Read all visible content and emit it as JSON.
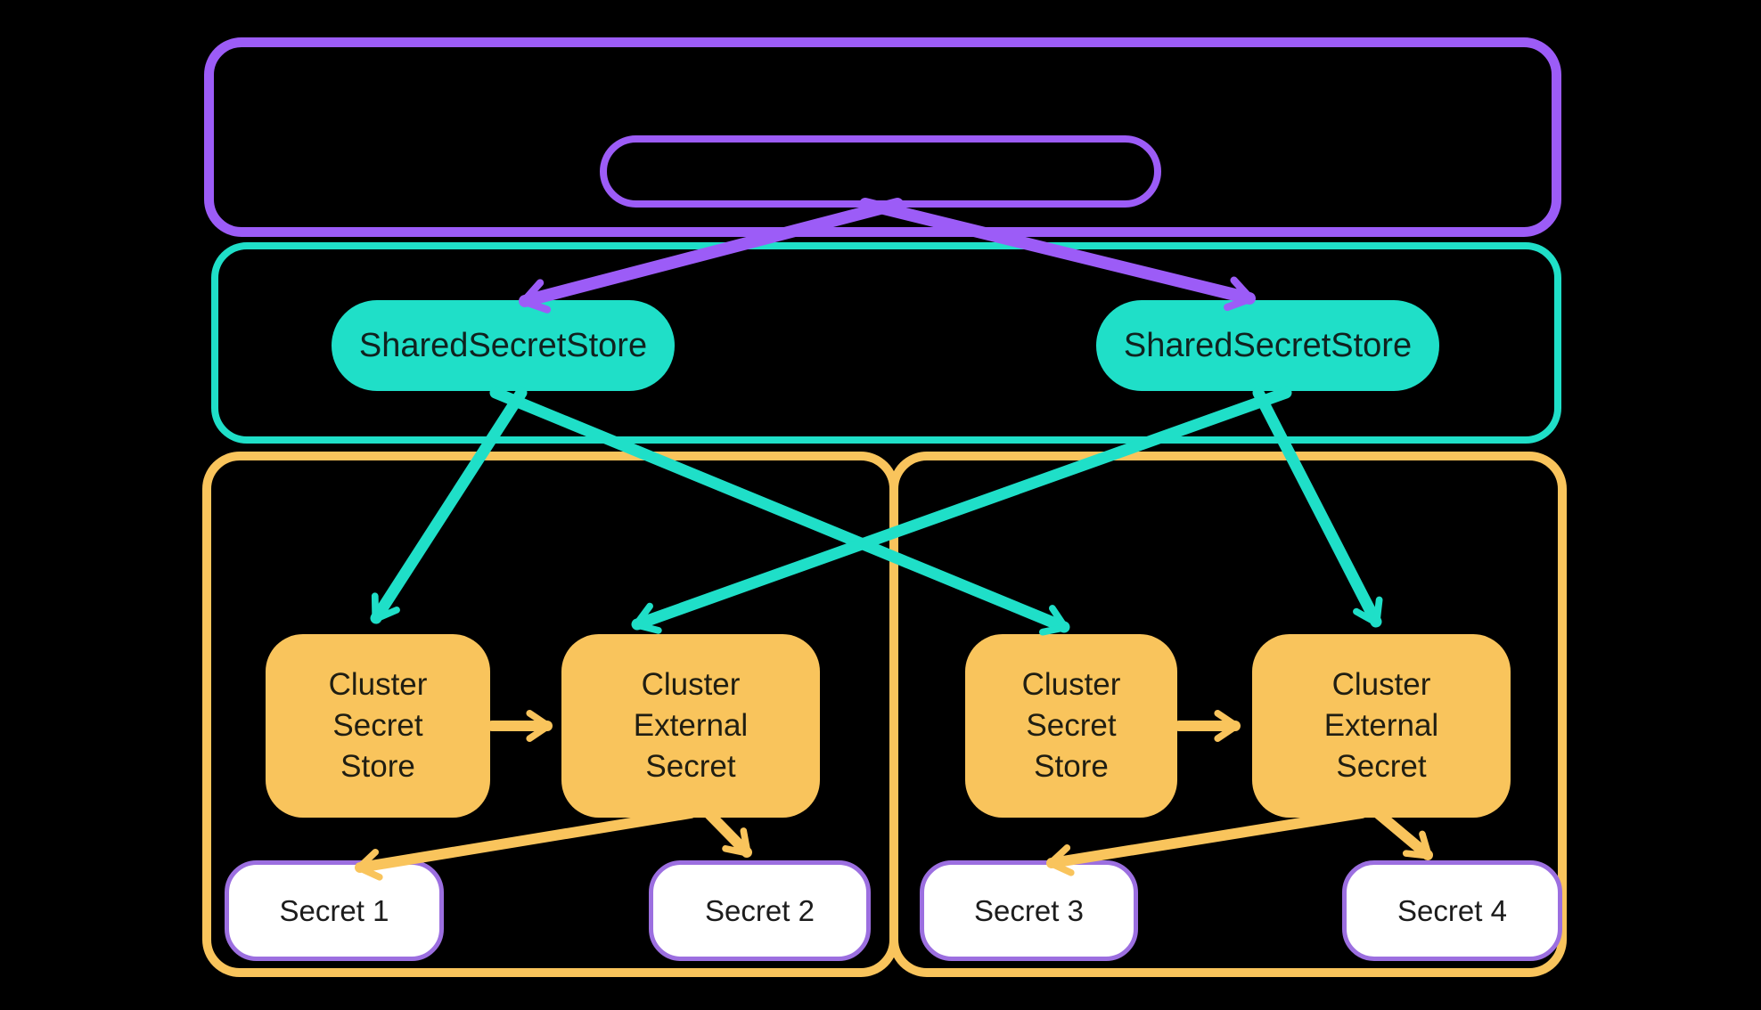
{
  "diagram": {
    "colors": {
      "background": "#000000",
      "purple": "#9C5CF7",
      "teal": "#1FDFC8",
      "yellow": "#F9C45C",
      "secret_border": "#9C6FE0",
      "secret_fill": "#FFFFFF",
      "text": "#1C1C1C"
    },
    "shared_secret_stores": [
      {
        "label": "SharedSecretStore"
      },
      {
        "label": "SharedSecretStore"
      }
    ],
    "clusters": [
      {
        "secret_store": {
          "lines": [
            "Cluster",
            "Secret",
            "Store"
          ]
        },
        "external_secret": {
          "lines": [
            "Cluster",
            "External",
            "Secret"
          ]
        },
        "secrets": [
          {
            "label": "Secret 1"
          },
          {
            "label": "Secret 2"
          }
        ]
      },
      {
        "secret_store": {
          "lines": [
            "Cluster",
            "Secret",
            "Store"
          ]
        },
        "external_secret": {
          "lines": [
            "Cluster",
            "External",
            "Secret"
          ]
        },
        "secrets": [
          {
            "label": "Secret 3"
          },
          {
            "label": "Secret 4"
          }
        ]
      }
    ]
  }
}
